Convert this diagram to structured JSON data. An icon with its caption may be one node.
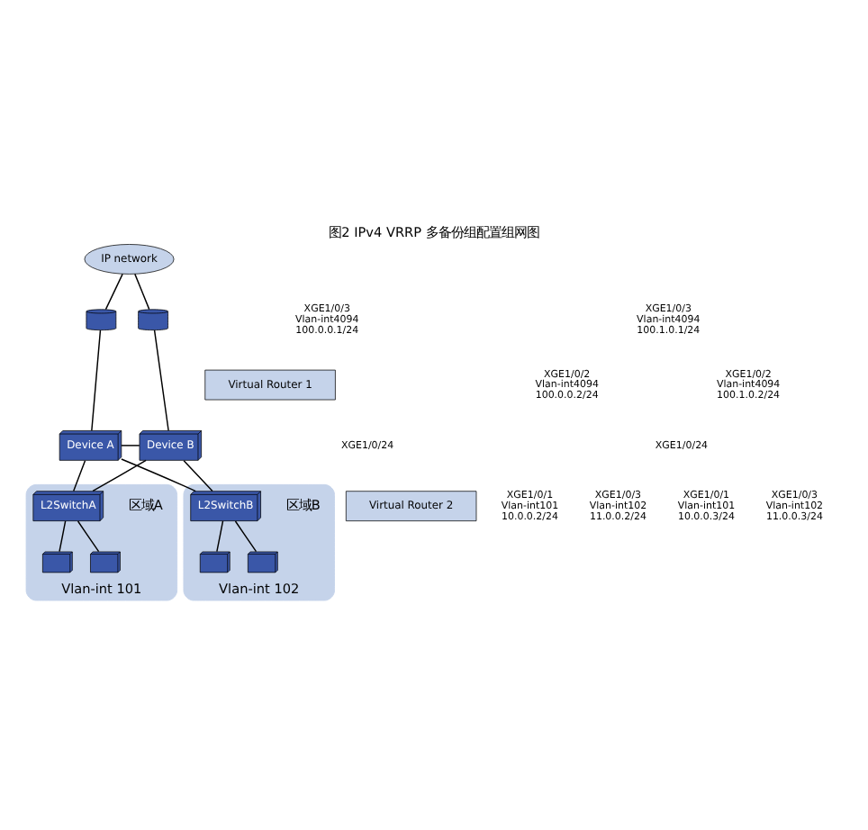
{
  "diagram": {
    "title": "图2 IPv4 VRRP 多备份组配置组网图",
    "nodes": [
      {
        "text": [
          "IP network"
        ]
      },
      {
        "text": [],
        "shape": "cylinder"
      },
      {
        "text": [],
        "shape": "cylinder"
      },
      {
        "text": [
          "Virtual Router 1"
        ]
      },
      {
        "text": [
          "Virtual Router 2"
        ]
      },
      {
        "text": [
          "Device A"
        ]
      },
      {
        "text": [
          "Device B"
        ]
      },
      {
        "text": [
          "Vlan-int 101"
        ]
      },
      {
        "text": [
          "L2SwitchA"
        ],
        "beside": [
          "区域A"
        ],
        "in": 7
      },
      {
        "text": [],
        "shape": "computer",
        "in": 7
      },
      {
        "text": [],
        "shape": "computer",
        "in": 7
      },
      {
        "text": [
          "Vlan-int 102"
        ]
      },
      {
        "text": [
          "L2SwitchB"
        ],
        "beside": [
          "区域B"
        ],
        "in": 11
      },
      {
        "text": [],
        "shape": "computer",
        "in": 11
      },
      {
        "text": [],
        "shape": "computer",
        "in": 11
      }
    ],
    "edges": [
      {
        "from": 0,
        "to": 1,
        "arrow": "none"
      },
      {
        "from": 0,
        "to": 2,
        "arrow": "none"
      },
      {
        "from": 1,
        "to": 5,
        "arrow": "none"
      },
      {
        "from": 2,
        "to": 6,
        "arrow": "none"
      },
      {
        "from": 5,
        "to": 6,
        "arrow": "none"
      },
      {
        "from": 5,
        "to": 8,
        "arrow": "none"
      },
      {
        "from": 5,
        "to": 12,
        "arrow": "none"
      },
      {
        "from": 6,
        "to": 8,
        "arrow": "none"
      },
      {
        "from": 6,
        "to": 12,
        "arrow": "none"
      },
      {
        "from": 8,
        "to": 9,
        "arrow": "none"
      },
      {
        "from": 8,
        "to": 10,
        "arrow": "none"
      },
      {
        "from": 12,
        "to": 13,
        "arrow": "none"
      },
      {
        "from": 12,
        "to": 14,
        "arrow": "none"
      }
    ],
    "labels": [
      "XGE1/0/3 Vlan-int4094 100.0.0.1/24",
      "XGE1/0/3 Vlan-int4094 100.1.0.1/24",
      "XGE1/0/2 Vlan-int4094 100.0.0.2/24",
      "XGE1/0/2 Vlan-int4094 100.1.0.2/24",
      "XGE1/0/24",
      "XGE1/0/24",
      "XGE1/0/1 Vlan-int101 10.0.0.2/24",
      "XGE1/0/3 Vlan-int102 11.0.0.2/24",
      "XGE1/0/1 Vlan-int101 10.0.0.3/24",
      "XGE1/0/3 Vlan-int102 11.0.0.3/24"
    ]
  }
}
